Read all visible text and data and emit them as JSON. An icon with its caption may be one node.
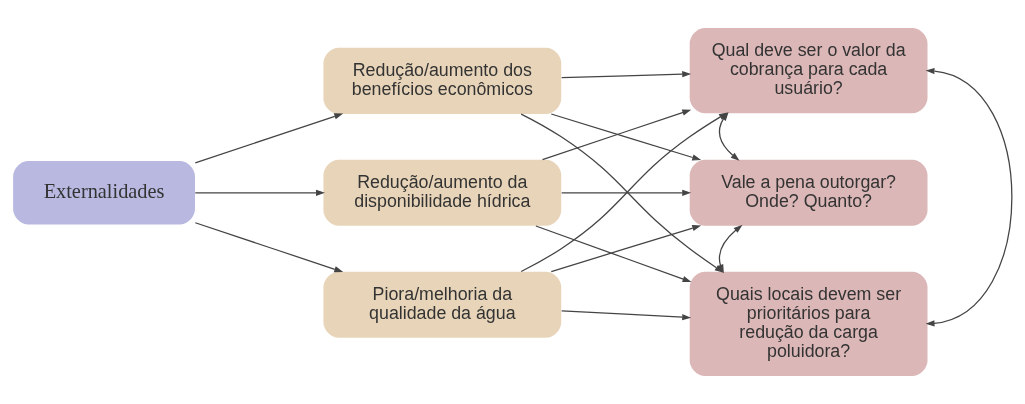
{
  "diagram": {
    "nodes": [
      {
        "text": [
          "Externalidades"
        ]
      },
      {
        "text": [
          "Redução/aumento dos benefícios econômicos"
        ]
      },
      {
        "text": [
          "Redução/aumento da disponibilidade hídrica"
        ]
      },
      {
        "text": [
          "Piora/melhoria da qualidade da água"
        ]
      },
      {
        "text": [
          "Qual deve ser o valor da cobrança para cada usuário?"
        ]
      },
      {
        "text": [
          "Vale a pena outorgar? Onde? Quanto?"
        ]
      },
      {
        "text": [
          "Quais locais devem ser prioritários para redução da carga poluidora?"
        ]
      }
    ],
    "edges": [
      {
        "from": 0,
        "to": 1,
        "arrow": "to"
      },
      {
        "from": 0,
        "to": 2,
        "arrow": "to"
      },
      {
        "from": 0,
        "to": 3,
        "arrow": "to"
      },
      {
        "from": 1,
        "to": 4,
        "arrow": "to"
      },
      {
        "from": 1,
        "to": 5,
        "arrow": "to"
      },
      {
        "from": 1,
        "to": 6,
        "arrow": "to"
      },
      {
        "from": 2,
        "to": 4,
        "arrow": "to"
      },
      {
        "from": 2,
        "to": 5,
        "arrow": "to"
      },
      {
        "from": 2,
        "to": 6,
        "arrow": "to"
      },
      {
        "from": 3,
        "to": 4,
        "arrow": "to"
      },
      {
        "from": 3,
        "to": 5,
        "arrow": "to"
      },
      {
        "from": 3,
        "to": 6,
        "arrow": "to"
      },
      {
        "from": 4,
        "to": 5,
        "arrow": "both"
      },
      {
        "from": 5,
        "to": 6,
        "arrow": "both"
      },
      {
        "from": 4,
        "to": 6,
        "arrow": "both"
      }
    ]
  }
}
